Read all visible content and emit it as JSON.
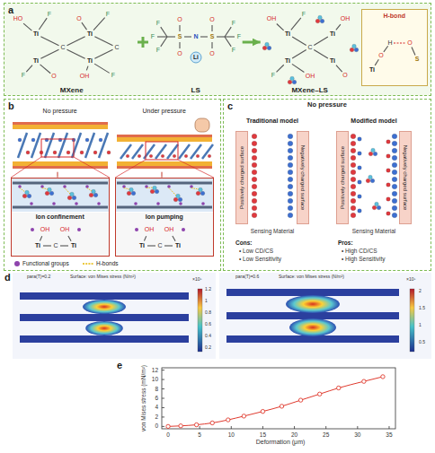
{
  "diagram": {
    "nodes": [
      {
        "text": [
          "a"
        ]
      },
      {
        "text": [
          "MXene"
        ],
        "in": 0
      },
      {
        "text": [
          "LS"
        ],
        "in": 0
      },
      {
        "text": [
          "MXene–LS"
        ],
        "in": 0
      },
      {
        "text": [
          "H-bond"
        ],
        "in": 0
      },
      {
        "text": [
          "b"
        ]
      },
      {
        "text": [
          "No pressure"
        ],
        "in": 5
      },
      {
        "text": [
          "Under pressure"
        ],
        "in": 5
      },
      {
        "text": [
          "Ion confinement"
        ],
        "in": 5
      },
      {
        "text": [
          "Ion pumping"
        ],
        "in": 5
      },
      {
        "text": [
          "c",
          "No pressure"
        ]
      },
      {
        "text": [
          "Positively charged surface"
        ],
        "in": 10
      },
      {
        "text": [
          "Negatively charged surface"
        ],
        "in": 10
      },
      {
        "text": [
          "Positively charged surface"
        ],
        "in": 10
      },
      {
        "text": [
          "Negatively charged surface"
        ],
        "in": 10
      }
    ],
    "edges": [
      {
        "from": 2,
        "to": 3,
        "arrow": "to"
      },
      {
        "from": 6,
        "to": 8,
        "arrow": "none"
      },
      {
        "from": 7,
        "to": 9,
        "arrow": "none"
      }
    ],
    "labels": [
      "HO",
      "F",
      "O",
      "F",
      "Ti",
      "Ti",
      "C",
      "C",
      "Ti",
      "Ti",
      "F",
      "O",
      "OH",
      "F",
      "F",
      "F",
      "F",
      "O",
      "S",
      "O",
      "N",
      "O",
      "S",
      "O",
      "F",
      "F",
      "F",
      "Li",
      "OH",
      "F",
      "OH",
      "Ti",
      "Ti",
      "C",
      "Ti",
      "Ti",
      "F",
      "OH",
      "O",
      "Ti",
      "O",
      "H",
      "O",
      "S",
      "OH",
      "OH",
      "Ti",
      "C",
      "Ti",
      "OH",
      "OH",
      "Ti",
      "C",
      "Ti",
      "Traditional model",
      "Modified model",
      "Sensing Material",
      "Sensing Material",
      "Cons:",
      "• Low CD/CS",
      "• Low Sensitivity",
      "Pros:",
      "• High CD/CS",
      "• High Sensitivity",
      "d",
      "para(T)=0.2",
      "Surface: von Mises stress (N/m²)",
      "×10⁵",
      "1.2",
      "1",
      "0.8",
      "0.6",
      "0.4",
      "0.2",
      "para(T)=0.6",
      "Surface: von Mises stress (N/m²)",
      "×10⁵",
      "2",
      "1.5",
      "1",
      "0.5",
      "e",
      "von Mises stress (mN/m²)",
      "Deformation (μm)",
      "0",
      "5",
      "10",
      "15",
      "20",
      "25",
      "30",
      "35",
      "0",
      "2",
      "4",
      "6",
      "8",
      "10",
      "12"
    ],
    "legend": [
      {
        "text": "Functional groups",
        "color": "#8e44ad"
      },
      {
        "text": "H-bonds"
      }
    ]
  }
}
